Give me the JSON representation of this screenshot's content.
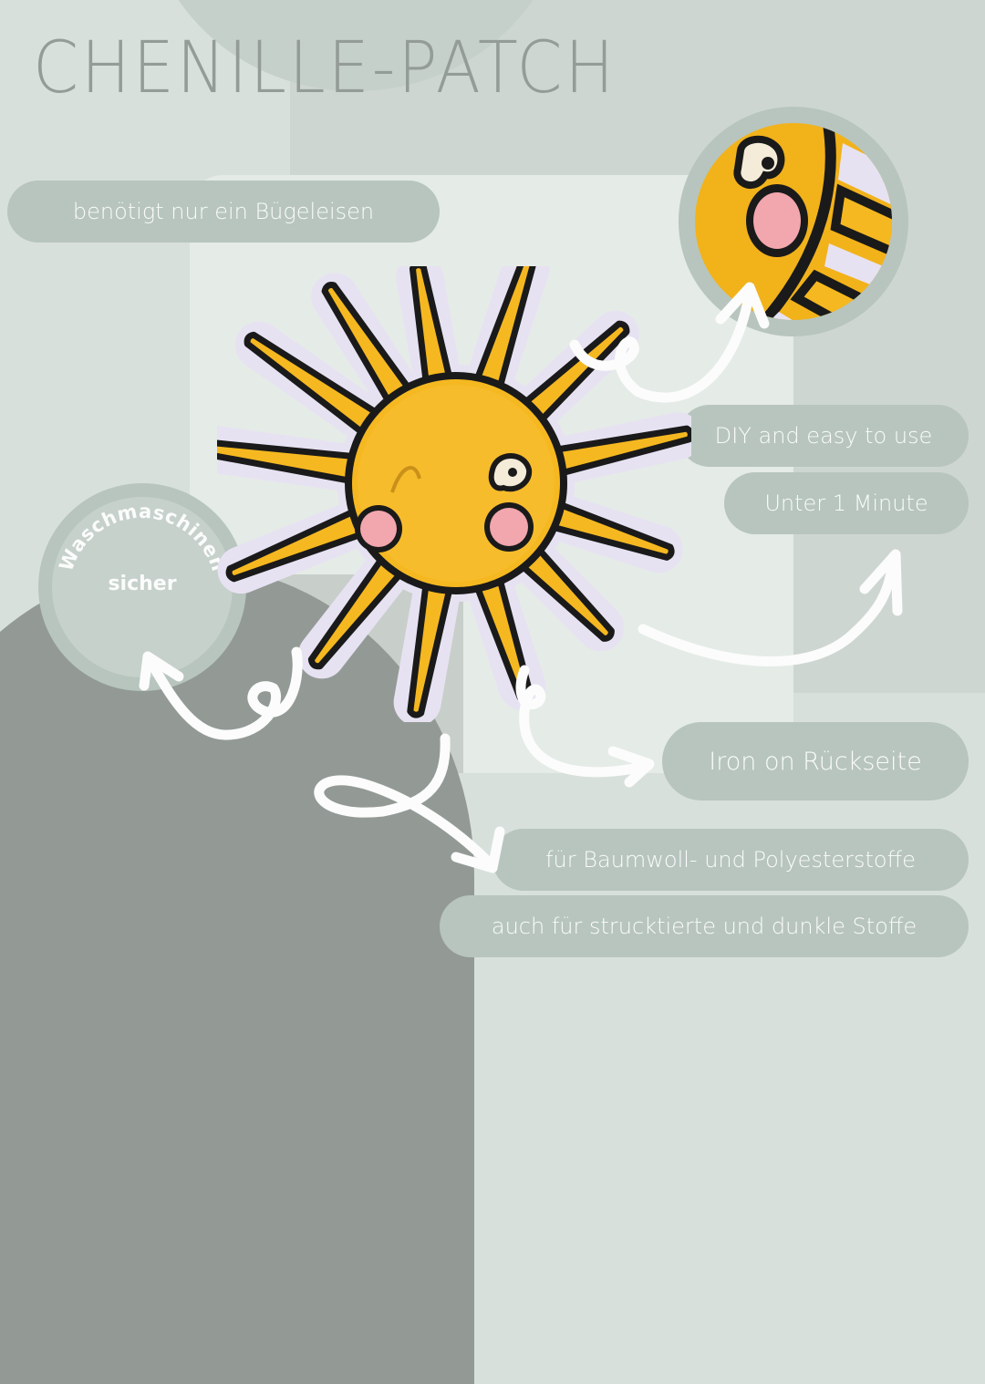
{
  "title": "CHENILLE-PATCH",
  "features": {
    "iron_only": "benötigt nur ein Bügeleisen",
    "diy": "DIY and easy to use",
    "time": "Unter 1 Minute",
    "iron_on": "Iron on Rückseite",
    "fabrics": "für Baumwoll- und Polyesterstoffe",
    "dark_fabrics": "auch für strucktierte und dunkle Stoffe"
  },
  "badge": {
    "arc_text": "Waschmaschinen",
    "sub_text": "sicher"
  },
  "product": {
    "name": "sun-chenille-patch",
    "icon": "sun-patch-icon"
  },
  "colors": {
    "background": "#d8e0dc",
    "pill": "#b7c5be",
    "pill_text": "#fbfcfb",
    "title": "#949c98",
    "dark_shape": "#939a96",
    "sun_yellow": "#f5b820",
    "patch_border": "#e7e2f2",
    "cheek_pink": "#f2a6ad"
  }
}
